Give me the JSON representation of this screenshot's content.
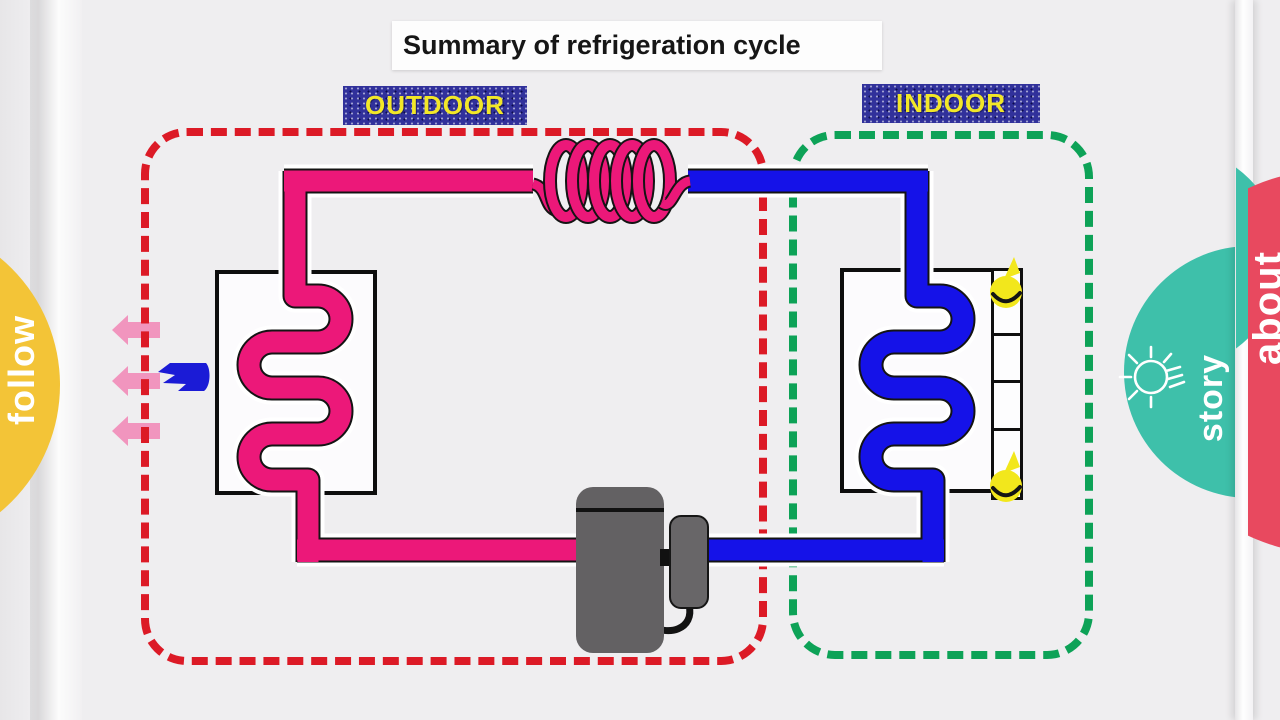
{
  "title": "Summary of refrigeration cycle",
  "zones": {
    "outdoor": {
      "label": "OUTDOOR",
      "border_color": "#dc1a26"
    },
    "indoor": {
      "label": "INDOOR",
      "border_color": "#0da257"
    },
    "label_bg_color": "#31319b",
    "label_text_color": "#f2e728"
  },
  "ribbons": {
    "follow": {
      "label": "follow",
      "color": "#f3c437"
    },
    "story": {
      "label": "story",
      "color": "#3ec0aa"
    },
    "about": {
      "label": "about",
      "color": "#e8495f"
    }
  },
  "diagram": {
    "hot_pipe_color": "#ec1879",
    "cold_pipe_color": "#1512e8",
    "compressor_color": "#636163",
    "fan_symbol_color": "#f2e71c",
    "heat_arrow_color": "#f195be",
    "outdoor_fan_color": "#1b1bd6",
    "components": [
      "condenser-coil",
      "expansion-coil",
      "evaporator-coil",
      "compressor",
      "compressor-capacitor",
      "outdoor-fan-blade",
      "indoor-fan-unit",
      "heat-out-arrows",
      "air-blow-symbols",
      "lightbulb-icon"
    ]
  }
}
